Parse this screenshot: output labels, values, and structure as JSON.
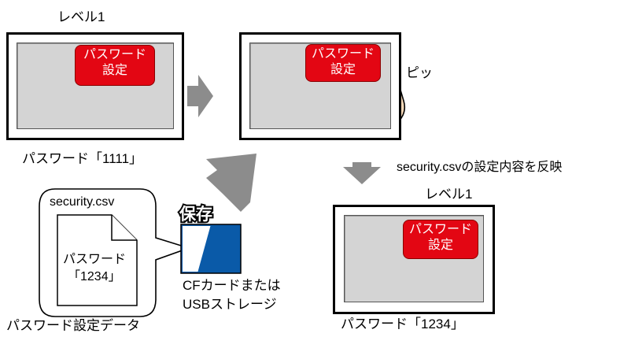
{
  "colors": {
    "button_red": "#e30613",
    "panel_gray": "#d4d4d4",
    "arrow_gray": "#8c8c8c",
    "cf_blue": "#0a5aa8"
  },
  "left_screen": {
    "level_label": "レベル1",
    "button_line1": "パスワード",
    "button_line2": "設定",
    "caption": "パスワード「1111」"
  },
  "middle_screen": {
    "button_line1": "パスワード",
    "button_line2": "設定",
    "tap_label": "ピッ",
    "icon": "pointing-hand-icon"
  },
  "reflect_label": "security.csvの設定内容を反映",
  "right_screen": {
    "level_label": "レベル1",
    "button_line1": "パスワード",
    "button_line2": "設定",
    "caption": "パスワード「1234」"
  },
  "data_bubble": {
    "filename": "security.csv",
    "doc_line1": "パスワード",
    "doc_line2": "「1234」",
    "caption": "パスワード設定データ",
    "icon": "document-icon"
  },
  "save_label": "保存",
  "storage": {
    "line1": "CFカードまたは",
    "line2": "USBストレージ",
    "icon": "cf-card-icon"
  }
}
